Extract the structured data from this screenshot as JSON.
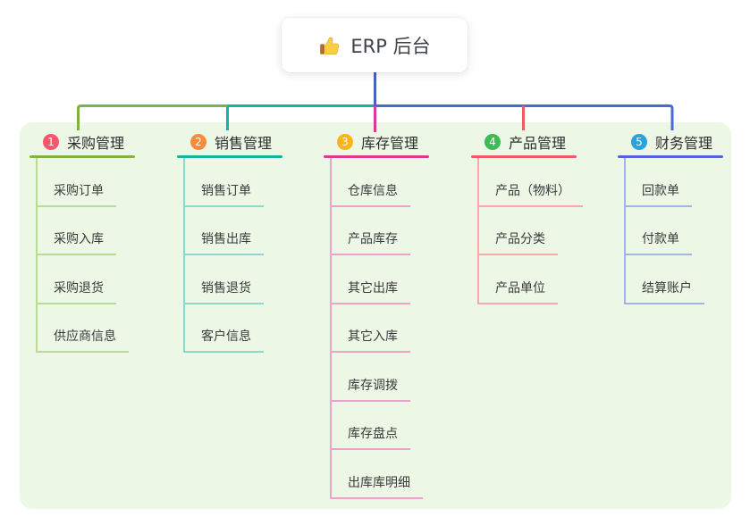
{
  "root": {
    "icon": "thumbs-up",
    "title": "ERP 后台"
  },
  "connectors": {
    "root_line": "#4a5fc8",
    "bus_note": "left bus green then teal, right bus royal blue, drops colored per branch"
  },
  "panel_color": "#ecf7e6",
  "branches": [
    {
      "badge": "1",
      "label": "采购管理",
      "badge_color": "#f8566c",
      "line_color": "#7cb342",
      "light_color": "#b9dc94",
      "children": [
        "采购订单",
        "采购入库",
        "采购退货",
        "供应商信息"
      ]
    },
    {
      "badge": "2",
      "label": "销售管理",
      "badge_color": "#fa8b3d",
      "line_color": "#14b2a2",
      "light_color": "#8bd8cd",
      "children": [
        "销售订单",
        "销售出库",
        "销售退货",
        "客户信息"
      ]
    },
    {
      "badge": "3",
      "label": "库存管理",
      "badge_color": "#fdb515",
      "line_color": "#de3795",
      "light_color": "#f3a0ca",
      "children": [
        "仓库信息",
        "产品库存",
        "其它出库",
        "其它入库",
        "库存调拨",
        "库存盘点",
        "出库库明细"
      ]
    },
    {
      "badge": "4",
      "label": "产品管理",
      "badge_color": "#3dbc55",
      "line_color": "#f15c5c",
      "light_color": "#f9a9a9",
      "children": [
        "产品（物料）",
        "产品分类",
        "产品单位"
      ]
    },
    {
      "badge": "5",
      "label": "财务管理",
      "badge_color": "#2ba1de",
      "line_color": "#4a68d8",
      "light_color": "#9fb4ea",
      "children": [
        "回款单",
        "付款单",
        "结算账户"
      ]
    }
  ]
}
